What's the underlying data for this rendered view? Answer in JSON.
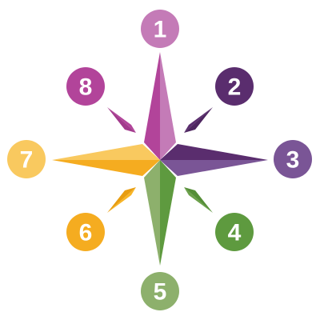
{
  "diagram": {
    "center_color": "#ffffff",
    "nodes": [
      {
        "id": "n1",
        "label": "1",
        "direction": "north",
        "color": "#c47bb7",
        "arm_light": "#c47bb7",
        "arm_dark": "#b15ea3"
      },
      {
        "id": "n2",
        "label": "2",
        "direction": "northeast",
        "color": "#5a2d6e",
        "arm_light": "#5a2d6e",
        "arm_dark": "#4e2660"
      },
      {
        "id": "n3",
        "label": "3",
        "direction": "east",
        "color": "#7a5596",
        "arm_light": "#7a5596",
        "arm_dark": "#5a2d6e"
      },
      {
        "id": "n4",
        "label": "4",
        "direction": "southeast",
        "color": "#5e9a3f",
        "arm_light": "#6ba04a",
        "arm_dark": "#558e37"
      },
      {
        "id": "n5",
        "label": "5",
        "direction": "south",
        "color": "#8db06c",
        "arm_light": "#8db06c",
        "arm_dark": "#5e9a3f"
      },
      {
        "id": "n6",
        "label": "6",
        "direction": "southwest",
        "color": "#f5ac20",
        "arm_light": "#f8b526",
        "arm_dark": "#e89d10"
      },
      {
        "id": "n7",
        "label": "7",
        "direction": "west",
        "color": "#f9c95f",
        "arm_light": "#f9c95f",
        "arm_dark": "#f5ac20"
      },
      {
        "id": "n8",
        "label": "8",
        "direction": "northwest",
        "color": "#b2449a",
        "arm_light": "#b2449a",
        "arm_dark": "#a23a8c"
      }
    ]
  }
}
